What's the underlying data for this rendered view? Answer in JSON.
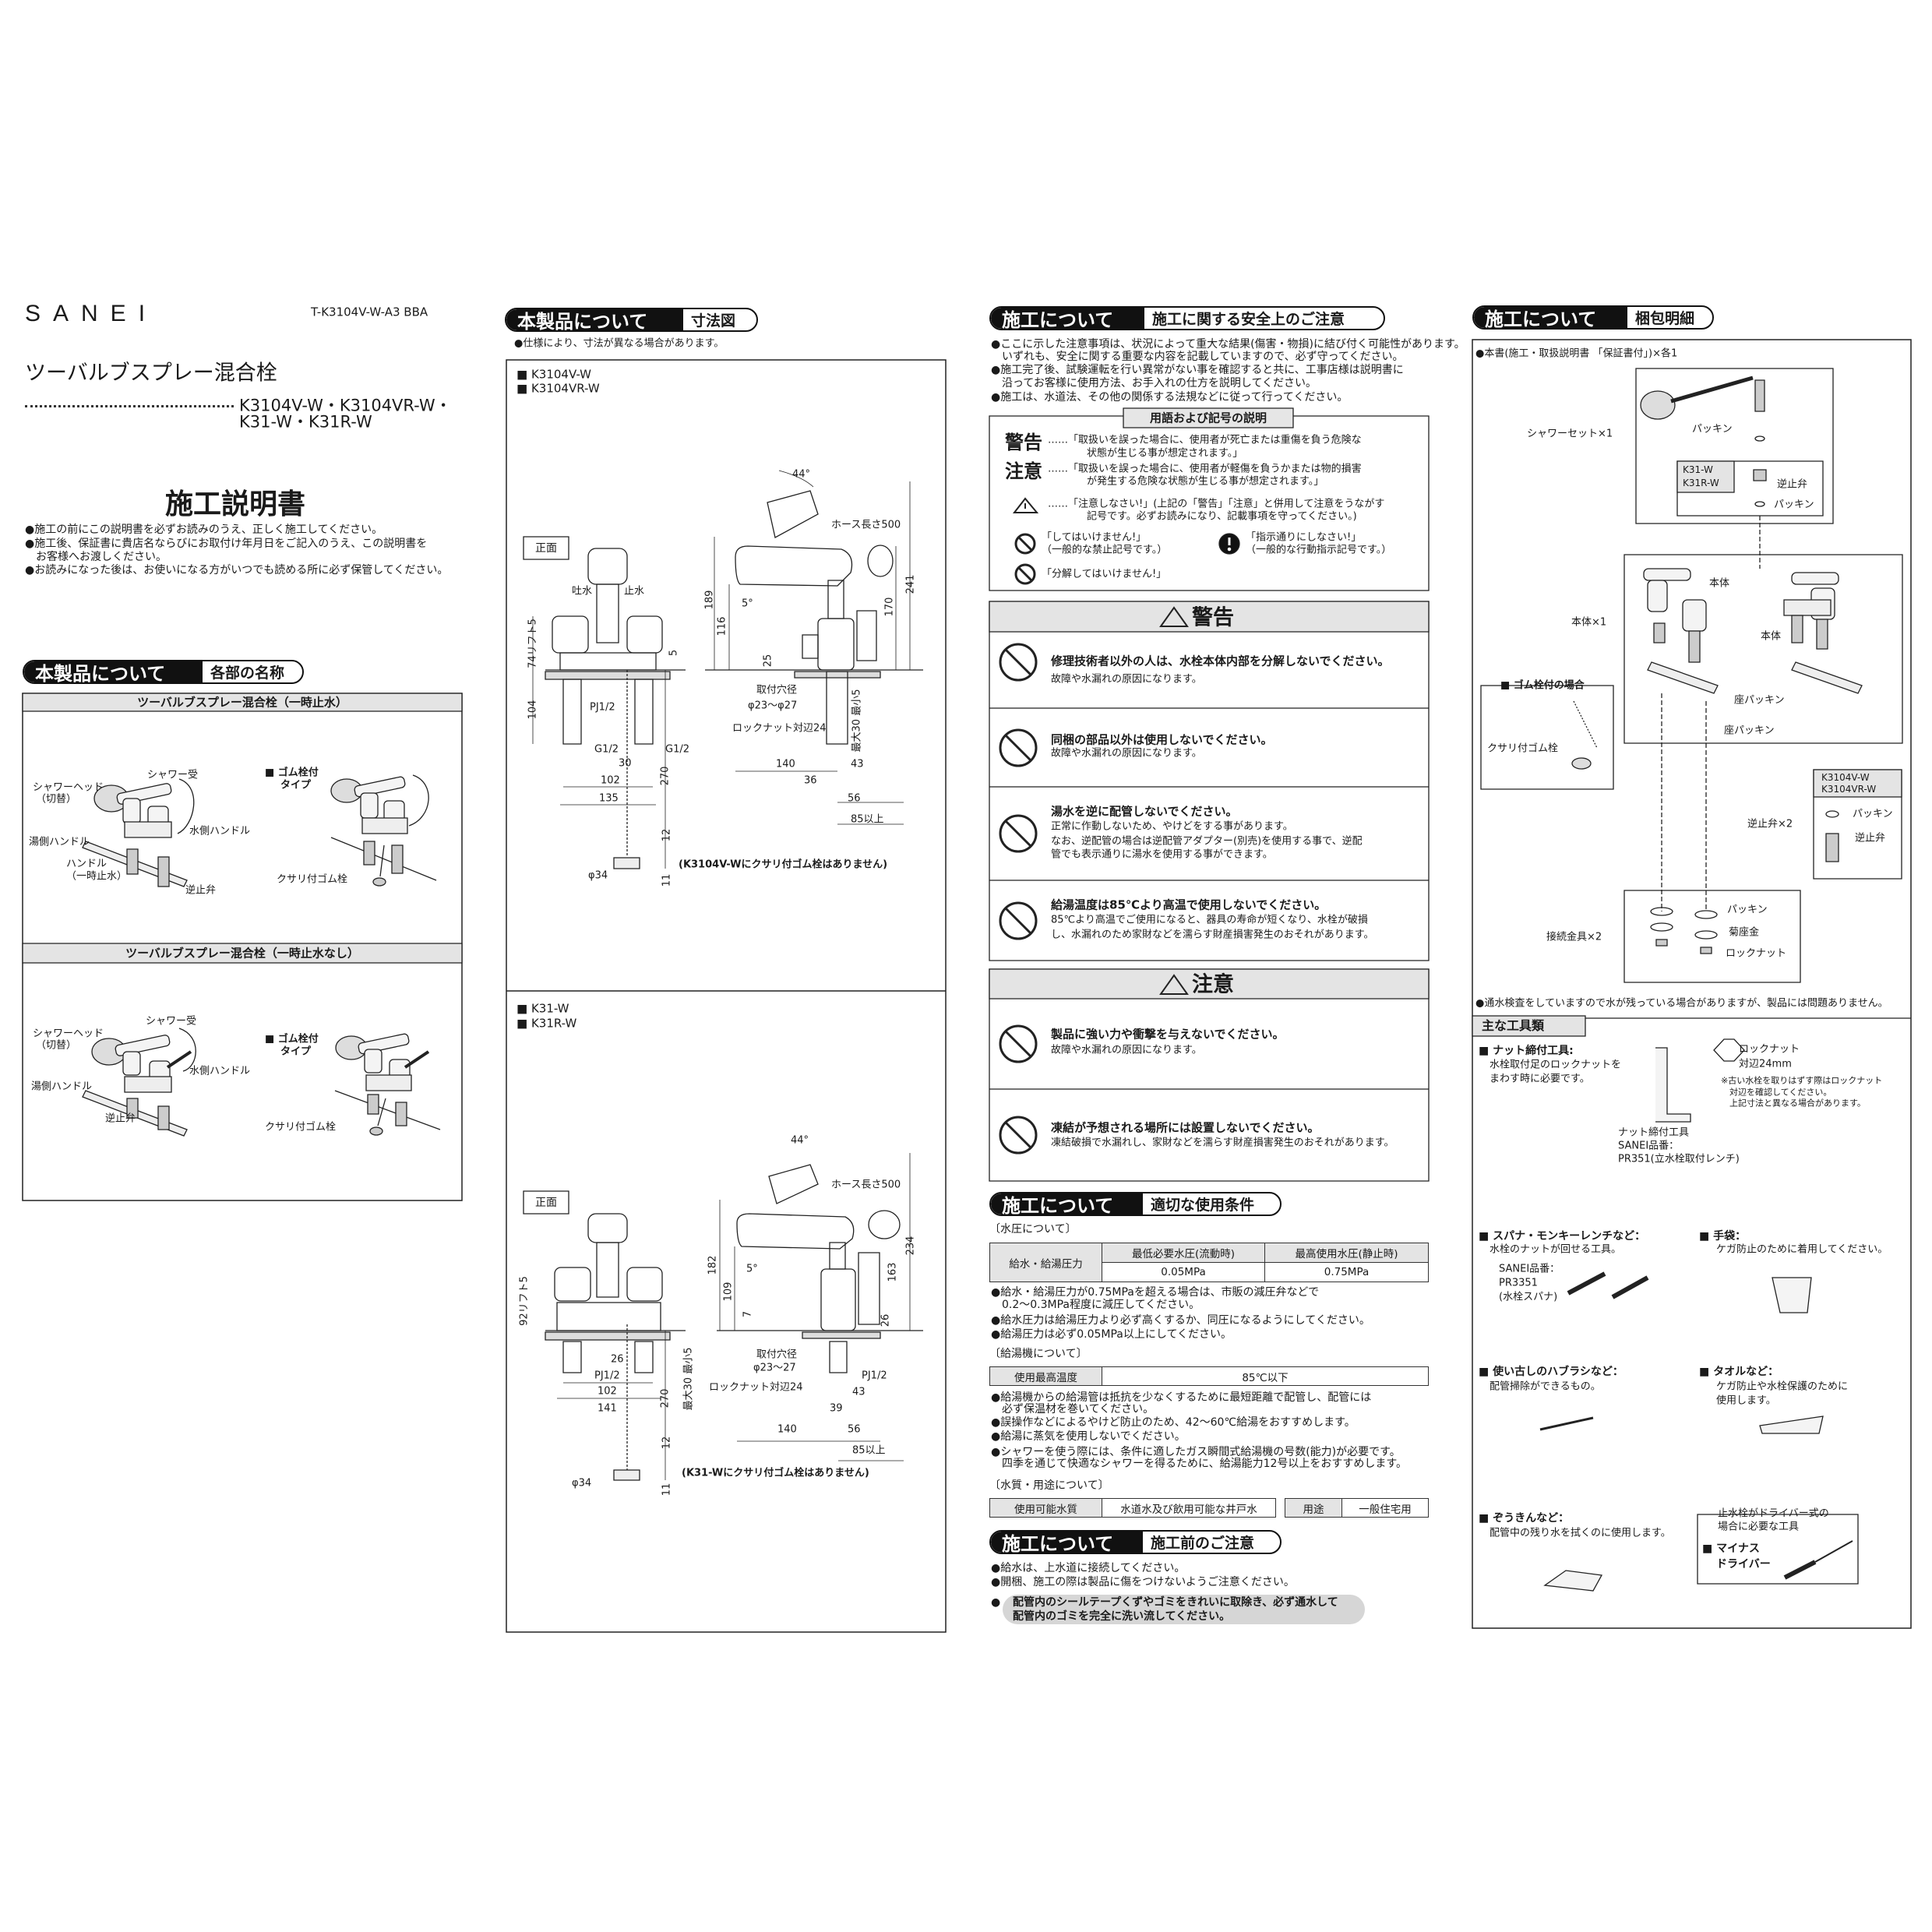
{
  "header": {
    "brand": "SANEI",
    "doc_code": "T-K3104V-W-A3  BBA",
    "product_name": "ツーバルブスプレー混合栓",
    "models_line1": "K3104V-W・K3104VR-W・",
    "models_line2": "K31-W・K31R-W",
    "manual_title": "施工説明書",
    "intro": [
      "●施工の前にこの説明書を必ずお読みのうえ、正しく施工してください。",
      "●施工後、保証書に貴店名ならびにお取付け年月日をご記入のうえ、この説明書を",
      "　お客様へお渡しください。",
      "●お読みになった後は、お使いになる方がいつでも読める所に必ず保管してください。"
    ]
  },
  "parts": {
    "tag": "本製品について",
    "title": "各部の名称",
    "panels": [
      {
        "title": "ツーバルブスプレー混合栓（一時止水）",
        "shower_head": [
          "シャワーヘッド",
          "（切替）"
        ],
        "shower_holder": "シャワー受",
        "hot_handle": "湯側ハンドル",
        "cold_handle": "水側ハンドル",
        "stop_handle": [
          "ハンドル",
          "（一時止水）"
        ],
        "check_valve": "逆止弁",
        "plug_type": [
          "■ ゴム栓付",
          "タイプ"
        ],
        "chain_plug": "クサリ付ゴム栓"
      },
      {
        "title": "ツーバルブスプレー混合栓（一時止水なし）",
        "shower_head": [
          "シャワーヘッド",
          "（切替）"
        ],
        "shower_holder": "シャワー受",
        "hot_handle": "湯側ハンドル",
        "cold_handle": "水側ハンドル",
        "check_valve": "逆止弁",
        "plug_type": [
          "■ ゴム栓付",
          "タイプ"
        ],
        "chain_plug": "クサリ付ゴム栓"
      }
    ]
  },
  "dimensions": {
    "tag": "本製品について",
    "title": "寸法図",
    "note": "●仕様により、寸法が異なる場合があります。",
    "drawings": [
      {
        "models": [
          "■ K3104V-W",
          "■ K3104VR-W"
        ],
        "front": "正面",
        "note": "(K3104V-Wにクサリ付ゴム栓はありません)",
        "labels": [
          "吐水",
          "止水",
          "74リフト5",
          "5",
          "104",
          "PJ1/2",
          "G1/2",
          "G1/2",
          "30",
          "102",
          "135",
          "270",
          "12",
          "11",
          "φ34",
          "44°",
          "ホース長さ500",
          "189",
          "116",
          "5°",
          "25",
          "241",
          "170",
          "取付穴径",
          "φ23～φ27",
          "ロックナット対辺24",
          "最大30 最小5",
          "140",
          "43",
          "36",
          "56",
          "85以上"
        ]
      },
      {
        "models": [
          "■ K31-W",
          "■ K31R-W"
        ],
        "front": "正面",
        "note": "(K31-Wにクサリ付ゴム栓はありません)",
        "labels": [
          "92リフト5",
          "26",
          "PJ1/2",
          "102",
          "141",
          "270",
          "最大30 最小5",
          "12",
          "11",
          "φ34",
          "44°",
          "ホース長さ500",
          "182",
          "109",
          "5°",
          "7",
          "234",
          "163",
          "26",
          "取付穴径",
          "φ23～27",
          "ロックナット対辺24",
          "PJ1/2",
          "43",
          "39",
          "140",
          "56",
          "85以上"
        ]
      }
    ]
  },
  "safety": {
    "tag": "施工について",
    "title": "施工に関する安全上のご注意",
    "bullets": [
      "●ここに示した注意事項は、状況によって重大な結果(傷害・物損)に結び付く可能性があります。",
      "　いずれも、安全に関する重要な内容を記載していますので、必ず守ってください。",
      "●施工完了後、試験運転を行い異常がない事を確認すると共に、工事店様は説明書に",
      "　沿ってお客様に使用方法、お手入れの仕方を説明してください。",
      "●施工は、水道法、その他の関係する法規などに従って行ってください。"
    ],
    "terms": {
      "title": "用語および記号の説明",
      "warning_word": "警告",
      "warning_text": [
        "……「取扱いを誤った場合に、使用者が死亡または重傷を負う危険な",
        "状態が生じる事が想定されます。」"
      ],
      "caution_word": "注意",
      "caution_text": [
        "……「取扱いを誤った場合に、使用者が軽傷を負うかまたは物的損害",
        "が発生する危険な状態が生じる事が想定されます。」"
      ],
      "alert_text": [
        "……「注意しなさい!」(上記の「警告」「注意」と併用して注意をうながす",
        "記号です。必ずお読みになり、記載事項を守ってください。)"
      ],
      "prohibit": [
        "「してはいけません!」",
        "（一般的な禁止記号です。）"
      ],
      "instruct": [
        "「指示通りにしなさい!」",
        "（一般的な行動指示記号です。）"
      ],
      "no_disassemble": "「分解してはいけません!」"
    },
    "warning": {
      "title": "警告",
      "items": [
        {
          "title": "修理技術者以外の人は、水栓本体内部を分解しないでください。",
          "body": [
            "故障や水漏れの原因になります。"
          ]
        },
        {
          "title": "同梱の部品以外は使用しないでください。",
          "body": [
            "故障や水漏れの原因になります。"
          ]
        },
        {
          "title": "湯水を逆に配管しないでください。",
          "body": [
            "正常に作動しないため、やけどをする事があります。",
            "なお、逆配管の場合は逆配管アダプター(別売)を使用する事で、逆配",
            "管でも表示通りに湯水を使用する事ができます。"
          ]
        },
        {
          "title": "給湯温度は85℃より高温で使用しないでください。",
          "body": [
            "85℃より高温でご使用になると、器具の寿命が短くなり、水栓が破損",
            "し、水漏れのため家財などを濡らす財産損害発生のおそれがあります。"
          ]
        }
      ]
    },
    "caution": {
      "title": "注意",
      "items": [
        {
          "title": "製品に強い力や衝撃を与えないでください。",
          "body": [
            "故障や水漏れの原因になります。"
          ]
        },
        {
          "title": "凍結が予想される場所には設置しないでください。",
          "body": [
            "凍結破損で水漏れし、家財などを濡らす財産損害発生のおそれがあります。"
          ]
        }
      ]
    }
  },
  "conditions": {
    "tag": "施工について",
    "title": "適切な使用条件",
    "pressure": {
      "heading": "〔水圧について〕",
      "row_header": "給水・給湯圧力",
      "columns": [
        "最低必要水圧(流動時)",
        "最高使用水圧(静止時)"
      ],
      "values": [
        "0.05MPa",
        "0.75MPa"
      ],
      "bullets": [
        "●給水・給湯圧力が0.75MPaを超える場合は、市販の減圧弁などで",
        "　0.2～0.3MPa程度に減圧してください。",
        "●給水圧力は給湯圧力より必ず高くするか、同圧になるようにしてください。",
        "●給湯圧力は必ず0.05MPa以上にしてください。"
      ]
    },
    "heater": {
      "heading": "〔給湯機について〕",
      "label": "使用最高温度",
      "value": "85℃以下",
      "bullets": [
        "●給湯機からの給湯管は抵抗を少なくするために最短距離で配管し、配管には",
        "　必ず保温材を巻いてください。",
        "●誤操作などによるやけど防止のため、42～60℃給湯をおすすめします。",
        "●給湯に蒸気を使用しないでください。",
        "●シャワーを使う際には、条件に適したガス瞬間式給湯機の号数(能力)が必要です。",
        "　四季を通じて快適なシャワーを得るために、給湯能力12号以上をおすすめします。"
      ]
    },
    "water": {
      "heading": "〔水質・用途について〕",
      "quality_label": "使用可能水質",
      "quality_value": "水道水及び飲用可能な井戸水",
      "use_label": "用途",
      "use_value": "一般住宅用"
    }
  },
  "pre_install": {
    "tag": "施工について",
    "title": "施工前のご注意",
    "bullets": [
      "●給水は、上水道に接続してください。",
      "●開梱、施工の際は製品に傷をつけないようご注意ください。"
    ],
    "bullet_mark": "●",
    "highlight": [
      "配管内のシールテープくずやゴミをきれいに取除き、必ず通水して",
      "配管内のゴミを完全に洗い流してください。"
    ]
  },
  "package": {
    "tag": "施工について",
    "title": "梱包明細",
    "note": "●本書(施工・取扱説明書 「保証書付」)×各1",
    "shower_set": "シャワーセット×1",
    "packing": "パッキン",
    "k31_models": [
      "K31-W",
      "K31R-W"
    ],
    "check_valve": "逆止弁",
    "body_count": "本体×1",
    "body": "本体",
    "seat_packing": "座パッキン",
    "plug_case": "■ ゴム栓付の場合",
    "chain_plug": "クサリ付ゴム栓",
    "k3104_models": [
      "K3104V-W",
      "K3104VR-W"
    ],
    "check_valve_count": "逆止弁×2",
    "connector_count": "接続金具×2",
    "washer": "菊座金",
    "lock_nut": "ロックナット",
    "bottom_note": "●通水検査をしていますので水が残っている場合がありますが、製品には問題ありません。"
  },
  "tools": {
    "title": "主な工具類",
    "nut_tool": {
      "name": "■ ナット締付工具:",
      "desc": [
        "水栓取付足のロックナットを",
        "まわす時に必要です。"
      ],
      "caption": [
        "ナット締付工具",
        "SANEI品番：",
        "PR351(立水栓取付レンチ)"
      ]
    },
    "lock_nut": {
      "name": "ロックナット",
      "size": "対辺24mm",
      "note": [
        "※古い水栓を取りはずす際はロックナット",
        "対辺を確認してください。",
        "上記寸法と異なる場合があります。"
      ]
    },
    "spanner": {
      "name": "■ スパナ・モンキーレンチなど：",
      "desc": "水栓のナットが回せる工具。",
      "code": [
        "SANEI品番：",
        "PR3351",
        "(水栓スパナ)"
      ]
    },
    "gloves": {
      "name": "■ 手袋：",
      "desc": "ケガ防止のために着用してください。"
    },
    "brush": {
      "name": "■ 使い古しのハブラシなど：",
      "desc": "配管掃除ができるもの。"
    },
    "towel": {
      "name": "■ タオルなど：",
      "desc": [
        "ケガ防止や水栓保護のために",
        "使用します。"
      ]
    },
    "rag": {
      "name": "■ ぞうきんなど：",
      "desc": "配管中の残り水を拭くのに使用します。"
    },
    "driver": {
      "condition": [
        "止水栓がドライバー式の",
        "場合に必要な工具"
      ],
      "name": [
        "■ マイナス",
        "ドライバー"
      ]
    }
  }
}
